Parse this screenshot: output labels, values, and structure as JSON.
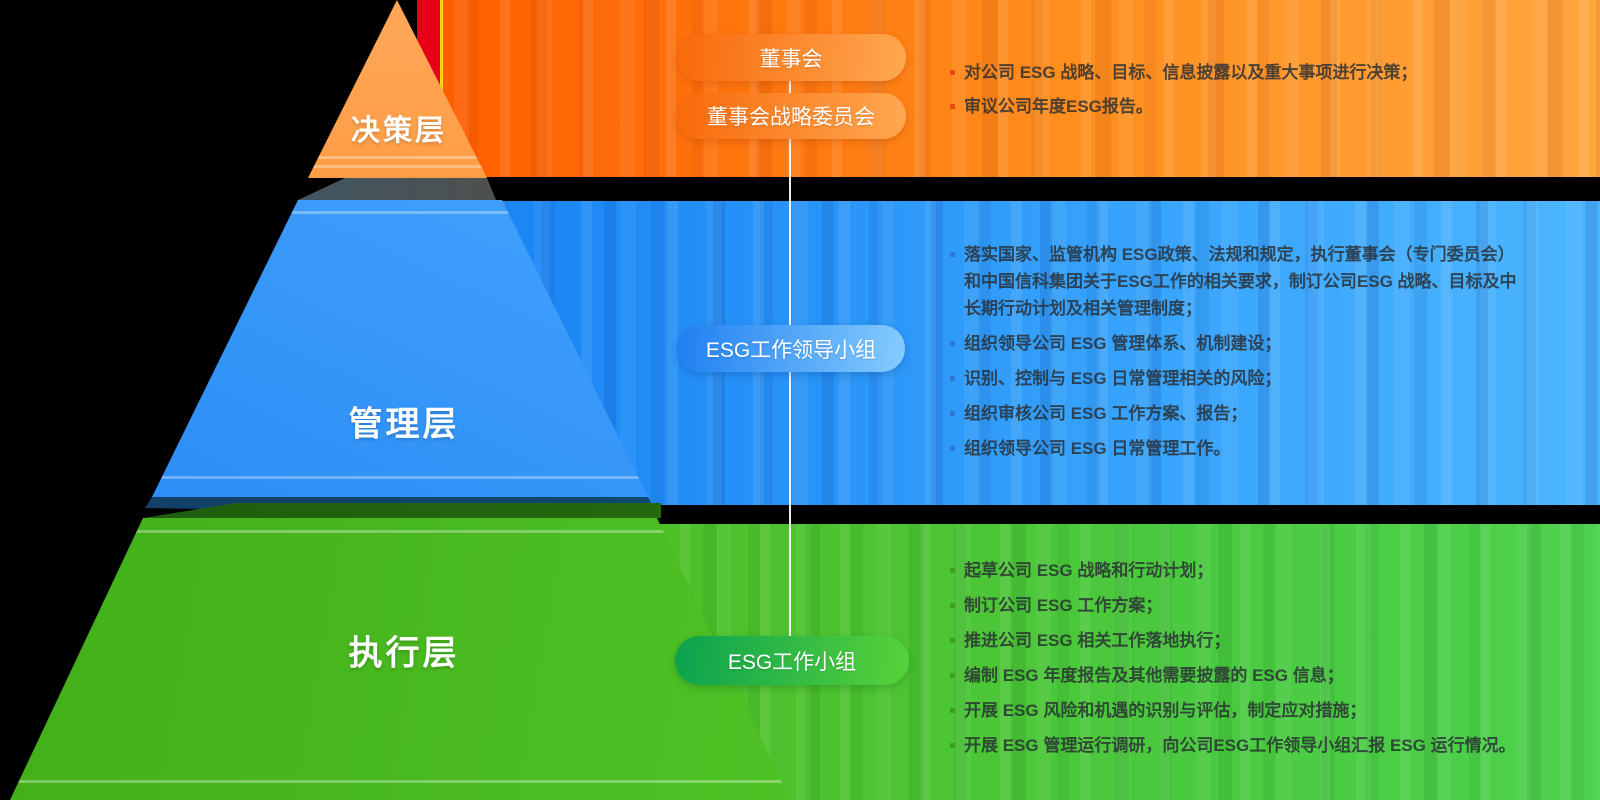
{
  "connector_color": "#ffffff",
  "text_color": "#282d32",
  "layers": [
    {
      "id": "decision",
      "pyramid_label": "决策层",
      "band_colors": [
        "#ff5c00",
        "#ffa63f"
      ],
      "accent_stripe_colors": [
        "#e70017",
        "#ffd60a"
      ],
      "pill_colors": [
        "#f8690a",
        "#ffa851"
      ],
      "bullet_marker_color": "#e8490f",
      "pills": [
        {
          "label": "董事会"
        },
        {
          "label": "董事会战略委员会"
        }
      ],
      "bullets": [
        "对公司 ESG 战略、目标、信息披露以及重大事项进行决策；",
        "审议公司年度ESG报告。"
      ]
    },
    {
      "id": "management",
      "pyramid_label": "管理层",
      "band_colors": [
        "#1a85f4",
        "#4cb5ff"
      ],
      "pill_colors": [
        "#1f7ff2",
        "#85ccff"
      ],
      "bullet_marker_color": "#2b79d2",
      "pills": [
        {
          "label": "ESG工作领导小组"
        }
      ],
      "bullets": [
        "落实国家、监管机构 ESG政策、法规和规定，执行董事会（专门委员会）\n和中国信科集团关于ESG工作的相关要求，制订公司ESG 战略、目标及中\n长期行动计划及相关管理制度；",
        "组织领导公司 ESG 管理体系、机制建设；",
        "识别、控制与 ESG 日常管理相关的风险；",
        "组织审核公司 ESG 工作方案、报告；",
        "组织领导公司 ESG 日常管理工作。"
      ]
    },
    {
      "id": "execution",
      "pyramid_label": "执行层",
      "band_colors": [
        "#4fbf26",
        "#4ed14e"
      ],
      "pill_colors": [
        "#0ba24f",
        "#58d23a"
      ],
      "bullet_marker_color": "#3f9e1d",
      "pills": [
        {
          "label": "ESG工作小组"
        }
      ],
      "bullets": [
        "起草公司 ESG 战略和行动计划；",
        "制订公司 ESG 工作方案；",
        "推进公司 ESG 相关工作落地执行；",
        "编制 ESG 年度报告及其他需要披露的 ESG 信息；",
        "开展 ESG 风险和机遇的识别与评估，制定应对措施；",
        "开展 ESG 管理运行调研，向公司ESG工作领导小组汇报 ESG 运行情况。"
      ]
    }
  ]
}
